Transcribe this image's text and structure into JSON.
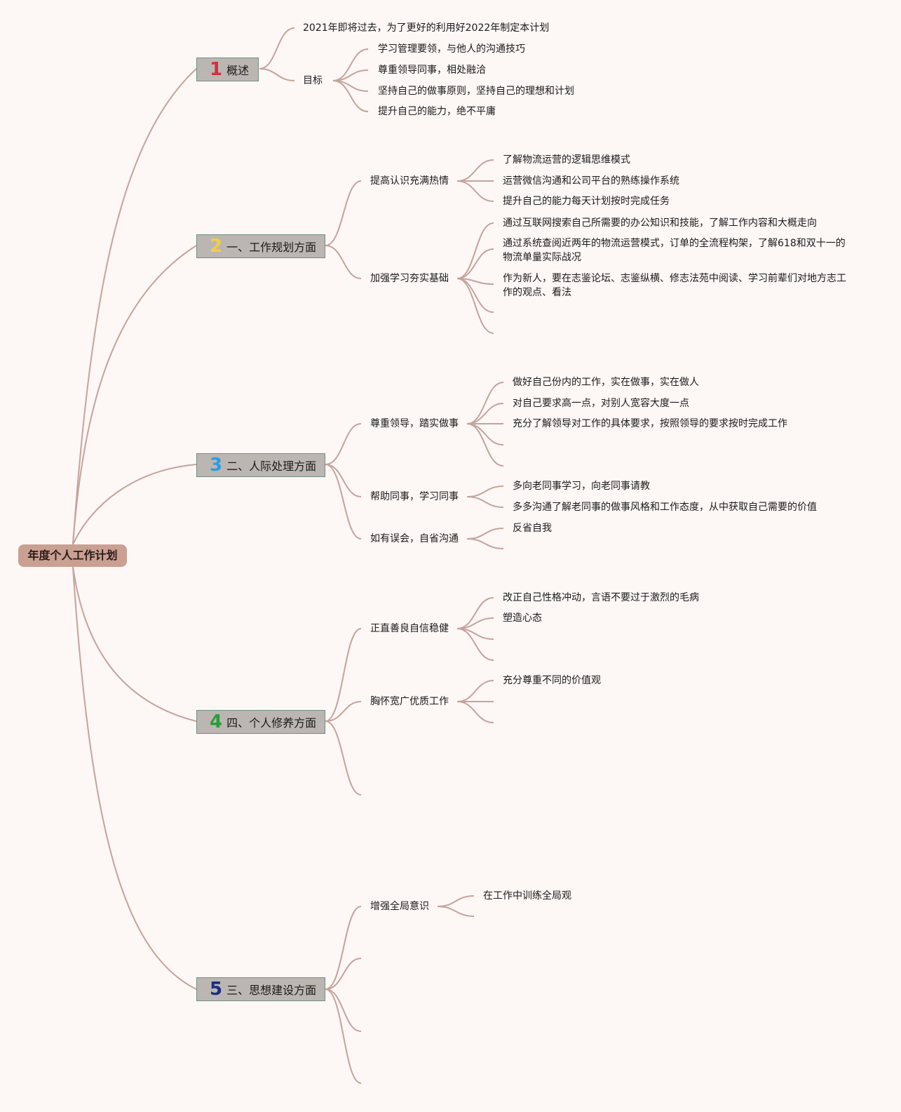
{
  "root": "年度个人工作计划",
  "branches": [
    {
      "num": "1",
      "num_color": "#d0313f",
      "label": "概述"
    },
    {
      "num": "2",
      "num_color": "#f1cf45",
      "label": "一、工作规划方面"
    },
    {
      "num": "3",
      "num_color": "#2e9de0",
      "label": "二、人际处理方面"
    },
    {
      "num": "4",
      "num_color": "#2a9c3a",
      "label": "四、个人修养方面"
    },
    {
      "num": "5",
      "num_color": "#1c2e80",
      "label": "三、思想建设方面"
    }
  ],
  "overview": {
    "intro": "2021年即将过去，为了更好的利用好2022年制定本计划",
    "goal": "目标",
    "goals": [
      "学习管理要领，与他人的沟通技巧",
      "尊重领导同事，相处融洽",
      "坚持自己的做事原则，坚持自己的理想和计划",
      "提升自己的能力，绝不平庸"
    ]
  },
  "work": {
    "s1": "提高认识充满热情",
    "s1_items": [
      "了解物流运营的逻辑思维模式",
      "运营微信沟通和公司平台的熟练操作系统",
      "提升自己的能力每天计划按时完成任务"
    ],
    "s2": "加强学习夯实基础",
    "s2_items": [
      "通过互联网搜索自己所需要的办公知识和技能，了解工作内容和大概走向",
      "通过系统查阅近两年的物流运营模式，订单的全流程构架，了解618和双十一的物流单量实际战况",
      "作为新人，要在志鉴论坛、志鉴纵横、修志法苑中阅读、学习前辈们对地方志工作的观点、看法"
    ]
  },
  "people": {
    "s1": "尊重领导，踏实做事",
    "s1_items": [
      "做好自己份内的工作，实在做事，实在做人",
      "对自己要求高一点，对别人宽容大度一点",
      "充分了解领导对工作的具体要求，按照领导的要求按时完成工作"
    ],
    "s2": "帮助同事，学习同事",
    "s2_items": [
      "多向老同事学习，向老同事请教",
      "多多沟通了解老同事的做事风格和工作态度，从中获取自己需要的价值"
    ],
    "s3": "如有误会，自省沟通",
    "s3_items": [
      "反省自我"
    ]
  },
  "cultivation": {
    "s1": "正直善良自信稳健",
    "s1_items": [
      "改正自己性格冲动，言语不要过于激烈的毛病",
      "塑造心态"
    ],
    "s2": "胸怀宽广优质工作",
    "s2_items": [
      "充分尊重不同的价值观"
    ]
  },
  "thought": {
    "s1": "增强全局意识",
    "s1_items": [
      "在工作中训练全局观"
    ]
  },
  "colors": {
    "line": "#c4a49a",
    "root": "#c9a092",
    "branch": "#bcb6b3",
    "background": "#fdf7f6"
  }
}
